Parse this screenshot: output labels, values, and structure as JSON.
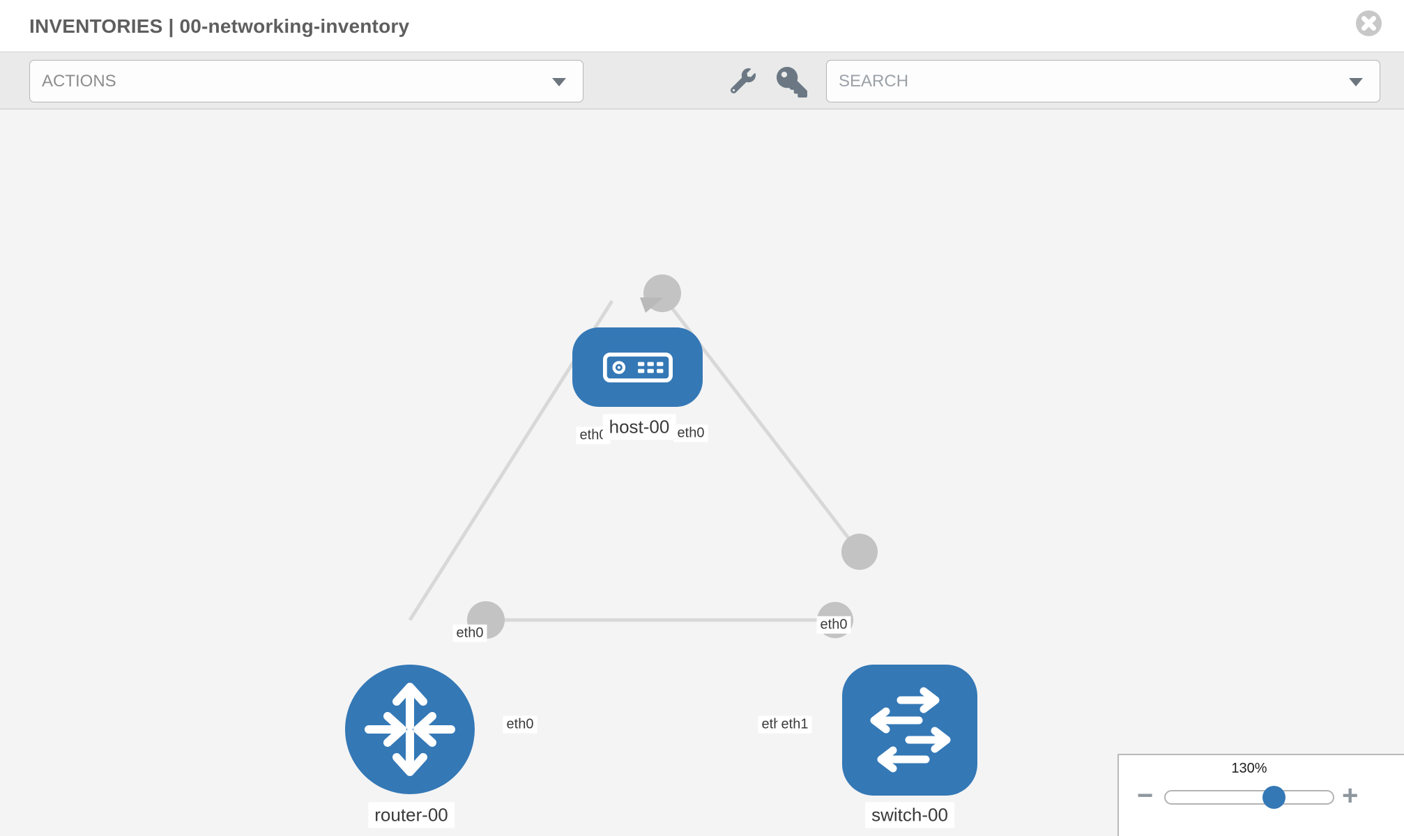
{
  "header": {
    "title": "INVENTORIES | 00-networking-inventory"
  },
  "toolbar": {
    "actions_label": "ACTIONS",
    "search_placeholder": "SEARCH",
    "icons": [
      "wrench-icon",
      "key-icon"
    ]
  },
  "topology": {
    "nodes": [
      {
        "id": "host-00",
        "type": "host",
        "label": "host-00"
      },
      {
        "id": "router-00",
        "type": "router",
        "label": "router-00"
      },
      {
        "id": "switch-00",
        "type": "switch",
        "label": "switch-00"
      }
    ],
    "links": [
      {
        "from": "router-00",
        "from_interface": "eth0",
        "to": "host-00",
        "to_interface": "eth0"
      },
      {
        "from": "host-00",
        "from_interface": "eth0",
        "to": "switch-00",
        "to_interface": "eth0"
      },
      {
        "from": "router-00",
        "from_interface": "eth0",
        "to": "switch-00",
        "to_interface": "eth1",
        "overlapped_interface": "eth0"
      }
    ]
  },
  "zoom_control": {
    "level": "130%",
    "minus_label": "−",
    "plus_label": "+"
  },
  "colors": {
    "node_blue": "#3478b6",
    "link_gray": "#d8d8d8",
    "endpoint_gray": "#c3c3c3",
    "toolbar_icon_slate": "#6b7884"
  }
}
